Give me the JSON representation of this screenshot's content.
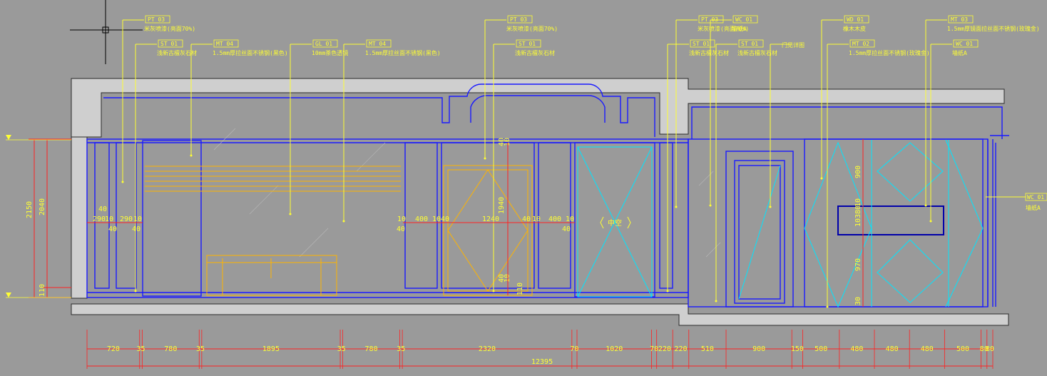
{
  "colors": {
    "background": "#9a9a9a",
    "outline": "#1a1aff",
    "leader": "#ffff33",
    "dimension": "#ff2222",
    "furniture": "#ffb400",
    "accent": "#00e5ff",
    "slab_fill": "#cfcfcf",
    "cursor": "#000000"
  },
  "icons": {
    "cursor": "crosshair-icon",
    "level_marker": "triangle-down-icon"
  },
  "top_callouts": [
    {
      "code": "PT  03",
      "text": "米灰喷漆(亮面70%)"
    },
    {
      "code": "ST  01",
      "text": "浅新古檀灰石材"
    },
    {
      "code": "MT  04",
      "text": "1.5mm厚拉丝面不锈钢(黑色)"
    },
    {
      "code": "GL  01",
      "text": "10mm茶色透镜"
    },
    {
      "code": "MT  04",
      "text": "1.5mm厚拉丝面不锈钢(黑色)"
    },
    {
      "code": "PT  03",
      "text": "米灰喷漆(亮面70%)"
    },
    {
      "code": "ST  01",
      "text": "浅新古檀灰石材"
    },
    {
      "code": "PT  03",
      "text": "米灰喷漆(亮面70%)"
    },
    {
      "code": "ST  01",
      "text": "浅新古檀灰石材"
    },
    {
      "code": "WC  01",
      "text": "墙纸A"
    },
    {
      "code": "ST  01",
      "text": "浅新古檀灰石材"
    },
    {
      "code": "",
      "text": "门见详图"
    },
    {
      "code": "WD  01",
      "text": "橡木木皮"
    },
    {
      "code": "MT  02",
      "text": "1.5mm厚拉丝面不锈钢(玫瑰金)"
    },
    {
      "code": "MT  03",
      "text": "1.5mm厚镜面拉丝面不锈钢(玫瑰金)"
    },
    {
      "code": "WC  01",
      "text": "墙纸A"
    }
  ],
  "right_callout": {
    "code": "WC  01",
    "text": "墙纸A"
  },
  "center_label": "中空",
  "left_dims": [
    "2150",
    "2040",
    "110"
  ],
  "inline_dims": [
    "40",
    "290",
    "10",
    "290",
    "10",
    "40",
    "40",
    "10",
    "400",
    "10",
    "40",
    "1240",
    "40",
    "10",
    "400",
    "10",
    "40",
    "40",
    "40",
    "10",
    "1940",
    "40",
    "10",
    "110"
  ],
  "right_vertical_dims": [
    "900",
    "10",
    "380",
    "10",
    "970",
    "30"
  ],
  "bottom_dims": [
    "720",
    "35",
    "780",
    "35",
    "1895",
    "35",
    "780",
    "35",
    "2320",
    "70",
    "1020",
    "70",
    "220",
    "220",
    "510",
    "900",
    "150",
    "500",
    "480",
    "480",
    "480",
    "500",
    "80",
    "80"
  ],
  "total_dim": "12395"
}
